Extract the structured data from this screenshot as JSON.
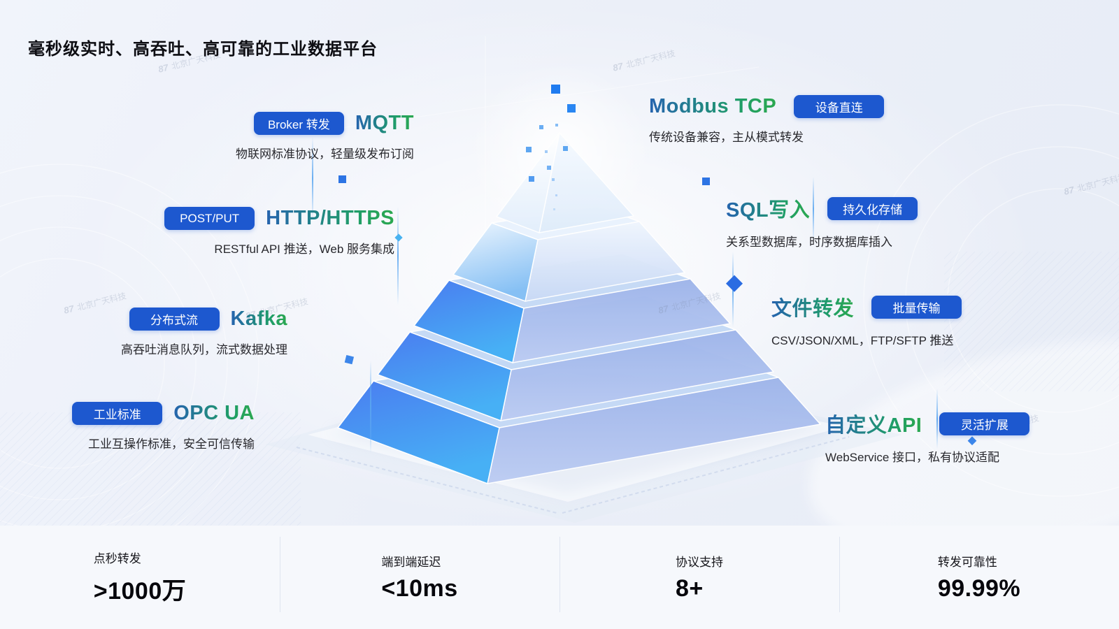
{
  "title": "毫秒级实时、高吞吐、高可靠的工业数据平台",
  "watermark": {
    "logo": "87",
    "text": "北京广天科技"
  },
  "left_items": [
    {
      "badge": "Broker 转发",
      "name": "MQTT",
      "desc": "物联网标准协议，轻量级发布订阅"
    },
    {
      "badge": "POST/PUT",
      "name": "HTTP/HTTPS",
      "desc": "RESTful API 推送，Web 服务集成"
    },
    {
      "badge": "分布式流",
      "name": "Kafka",
      "desc": "高吞吐消息队列，流式数据处理"
    },
    {
      "badge": "工业标准",
      "name": "OPC UA",
      "desc": "工业互操作标准，安全可信传输"
    }
  ],
  "right_items": [
    {
      "name": "Modbus TCP",
      "badge": "设备直连",
      "desc": "传统设备兼容，主从模式转发"
    },
    {
      "name": "SQL写入",
      "badge": "持久化存储",
      "desc": "关系型数据库，时序数据库插入"
    },
    {
      "name": "文件转发",
      "badge": "批量传输",
      "desc": "CSV/JSON/XML，FTP/SFTP 推送"
    },
    {
      "name": "自定义API",
      "badge": "灵活扩展",
      "desc": "WebService 接口，私有协议适配"
    }
  ],
  "stats": [
    {
      "label": "点秒转发",
      "value": ">1000万"
    },
    {
      "label": "端到端延迟",
      "value": "<10ms"
    },
    {
      "label": "协议支持",
      "value": "8+"
    },
    {
      "label": "转发可靠性",
      "value": "99.99%"
    }
  ],
  "colors": {
    "badge_blue": "#1d58cf",
    "name_gradient_start": "#2563ae",
    "name_gradient_end": "#2ba84f",
    "pyramid_blue": "#4a8cee",
    "background": "#edf1f8"
  }
}
